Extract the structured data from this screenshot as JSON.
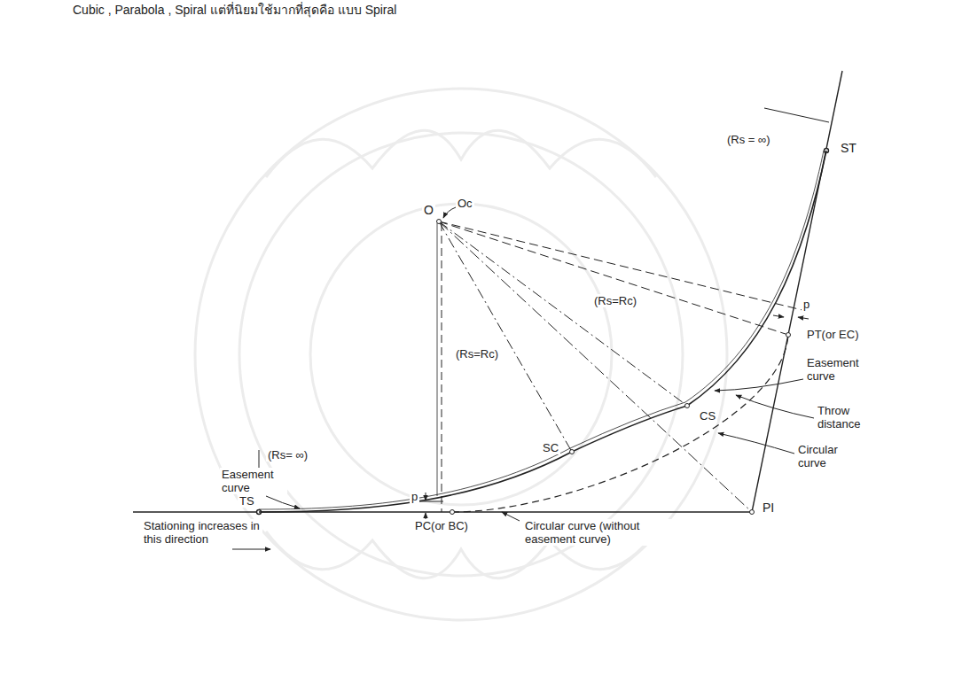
{
  "diagram": {
    "labels": [
      "Cubic , Parabola , Spiral แต่ที่นิยมใช้มากที่สุดคือ แบบ Spiral",
      "O",
      "Oc",
      "(Rs = ∞)",
      "ST",
      "p",
      "(Rs=Rc)",
      "PT(or EC)",
      "Easement curve",
      "CS",
      "Throw distance",
      "Circular curve",
      "(Rs=Rc)",
      "(Rs= ∞)",
      "Easement curve",
      "SC",
      "p",
      "TS",
      "PI",
      "Stationing increases in this direction",
      "PC(or BC)",
      "Circular curve (without easement curve)"
    ]
  }
}
